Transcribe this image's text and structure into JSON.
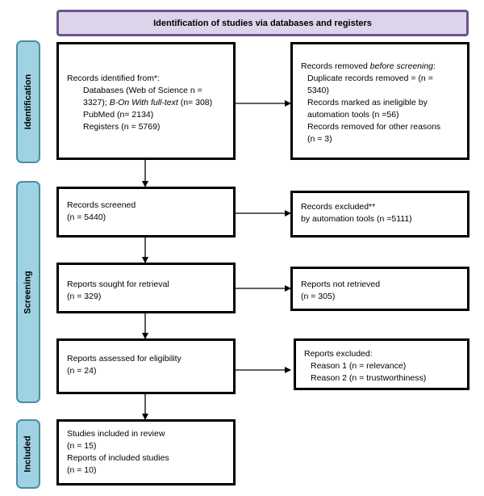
{
  "header": "Identification of studies via databases and registers",
  "phases": {
    "identification": "Identification",
    "screening": "Screening",
    "included": "Included"
  },
  "identified": {
    "title": "Records identified from*:",
    "databases_a": "Databases (Web of Science n =",
    "databases_b_num": "3327);",
    "databases_b_ital": "B-On With full-text",
    "databases_b_tail": "(n= 308)",
    "pubmed": "PubMed (n= 2134)",
    "registers": "Registers (n = 5769)"
  },
  "removed": {
    "title_pre": "Records removed",
    "title_ital": "before screening",
    "title_post": ":",
    "dup_a": "Duplicate records removed = (n =",
    "dup_b": "5340)",
    "inel_a": "Records marked as ineligible by",
    "inel_b": "automation tools (n =56)",
    "other_a": "Records removed for other reasons",
    "other_b": "(n = 3)"
  },
  "screened": {
    "label": "Records screened",
    "count": "(n = 5440)"
  },
  "excluded": {
    "label": "Records excluded**",
    "detail": "by automation tools (n =5111)"
  },
  "sought": {
    "label": "Reports sought for retrieval",
    "count": "(n = 329)"
  },
  "not_retrieved": {
    "label": "Reports not retrieved",
    "count": "(n = 305)"
  },
  "assessed": {
    "label": "Reports assessed for eligibility",
    "count": "(n = 24)"
  },
  "reports_excluded": {
    "label": "Reports excluded:",
    "reason1": "Reason 1 (n = relevance)",
    "reason2": "Reason 2 (n = trustworthiness)"
  },
  "included": {
    "studies": "Studies included in review",
    "studies_count": "(n = 15)",
    "reports": "Reports of included studies",
    "reports_count": "(n = 10)"
  }
}
